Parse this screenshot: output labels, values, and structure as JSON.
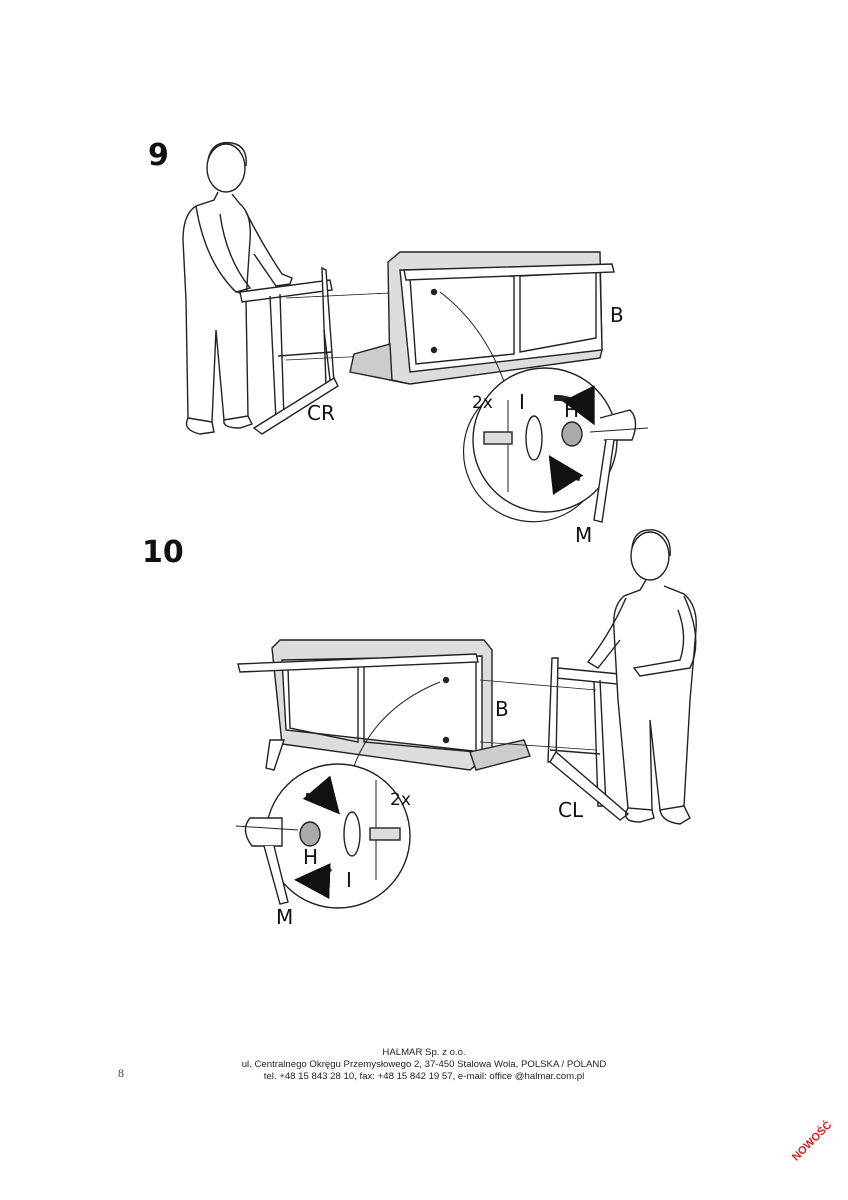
{
  "steps": [
    {
      "number": "9",
      "labels": {
        "part_sofa": "B",
        "part_side": "CR",
        "quantity": "2x",
        "part_washer": "I",
        "part_nut": "H",
        "part_wrench": "M"
      }
    },
    {
      "number": "10",
      "labels": {
        "part_sofa": "B",
        "part_side": "CL",
        "quantity": "2x",
        "part_washer": "I",
        "part_nut": "H",
        "part_wrench": "M"
      }
    }
  ],
  "footer": {
    "company": "HALMAR Sp. z o.o.",
    "address": "ul. Centralnego Okręgu Przemysłowego 2, 37-450 Stalowa Wola, POLSKA / POLAND",
    "contact": "tel. +48 15 843 28 10, fax: +48 15 842 19 57, e-mail: office @halmar.com.pl",
    "page_number": "8"
  },
  "stamp": "NOWOŚĆ"
}
